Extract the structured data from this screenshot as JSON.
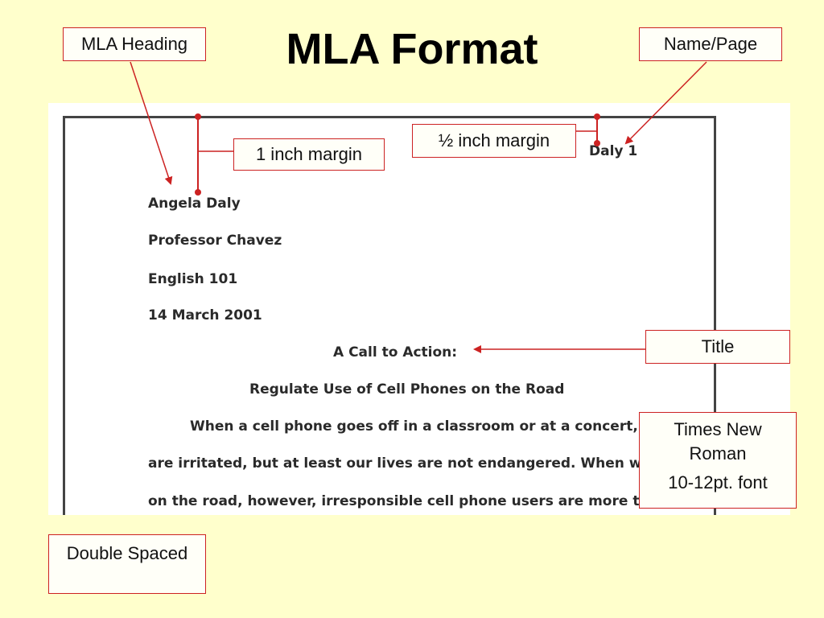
{
  "slide": {
    "title": "MLA Format"
  },
  "callouts": {
    "mla_heading": "MLA Heading",
    "name_page": "Name/Page",
    "one_inch_margin": "1 inch margin",
    "half_inch_margin": "½  inch margin",
    "title": "Title",
    "font_line1": "Times New Roman",
    "font_line2": "10-12pt. font",
    "double_spaced": "Double Spaced"
  },
  "document": {
    "header": "Daly 1",
    "heading_lines": [
      "Angela Daly",
      "Professor Chavez",
      "English 101",
      "14 March 2001"
    ],
    "title_line1": "A Call to Action:",
    "title_line2": "Regulate Use of Cell Phones on the Road",
    "body_lines": [
      "When a cell phone goes off in a classroom or at a concert, we",
      "are irritated, but at least our lives are not endangered. When we are",
      "on the road, however, irresponsible cell phone users are more than"
    ]
  },
  "colors": {
    "background": "#ffffcc",
    "accent": "#cc2222"
  }
}
